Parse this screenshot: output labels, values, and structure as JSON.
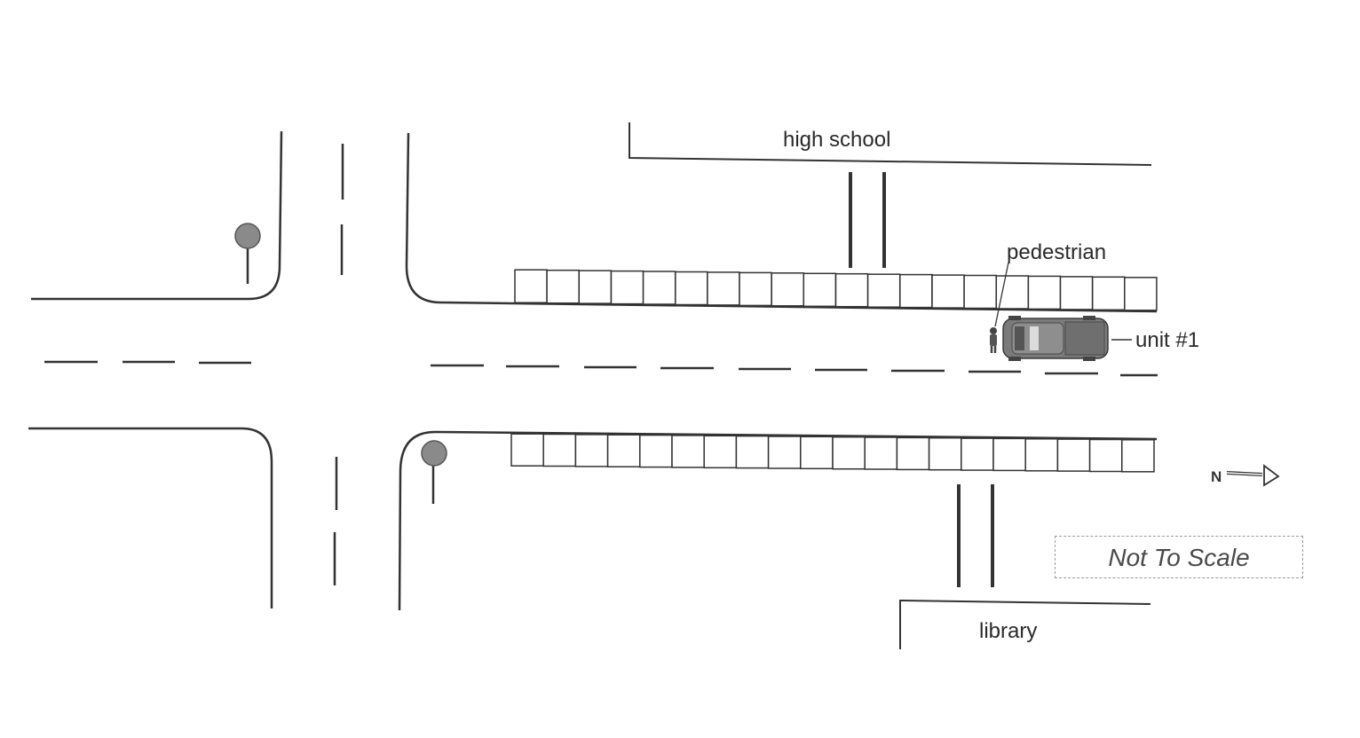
{
  "labels": {
    "high_school": "high school",
    "pedestrian": "pedestrian",
    "unit": "unit #1",
    "library": "library",
    "scale_note": "Not To Scale",
    "north_letter": "N"
  },
  "colors": {
    "line": "#333333",
    "sign": "#8a8a8a",
    "vehicle": "#7a7a7a",
    "crosswalk_fill": "#ffffff"
  }
}
